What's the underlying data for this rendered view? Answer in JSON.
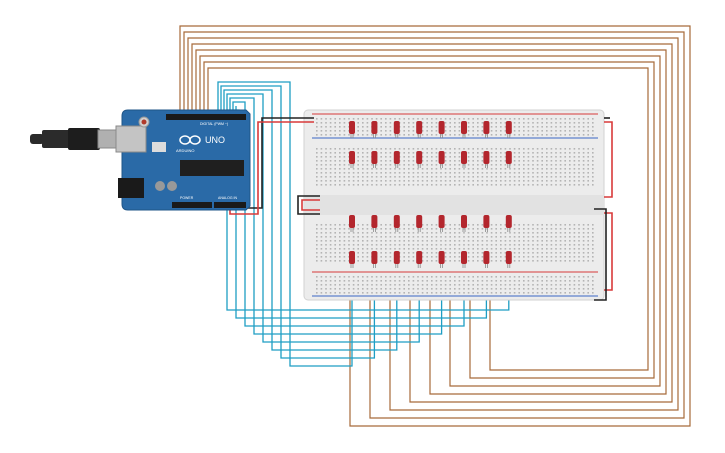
{
  "canvas": {
    "background": "#ffffff"
  },
  "arduino": {
    "model_text": "UNO",
    "brand_text": "ARDUINO",
    "header_text": "DIGITAL (PWM ~)",
    "power_text": "POWER",
    "analog_text": "ANALOG IN",
    "board_color": "#2a6aa7",
    "usb_cable_color": "#222222"
  },
  "breadboard": {
    "color": "#f0f0f0",
    "rail_red": "#d63a3a",
    "rail_blue": "#3a66c4"
  },
  "led_matrix": {
    "rows": 4,
    "columns": 8,
    "led_color": "#b3262d"
  },
  "wires": {
    "column_wire_color": "#1e9ec4",
    "row_wire_color": "#a66a3a",
    "power_wire_color": "#d83a3a",
    "ground_wire_color": "#222222"
  },
  "icons": {
    "reset_button": "reset-button-icon",
    "infinity_logo": "arduino-logo-icon"
  }
}
